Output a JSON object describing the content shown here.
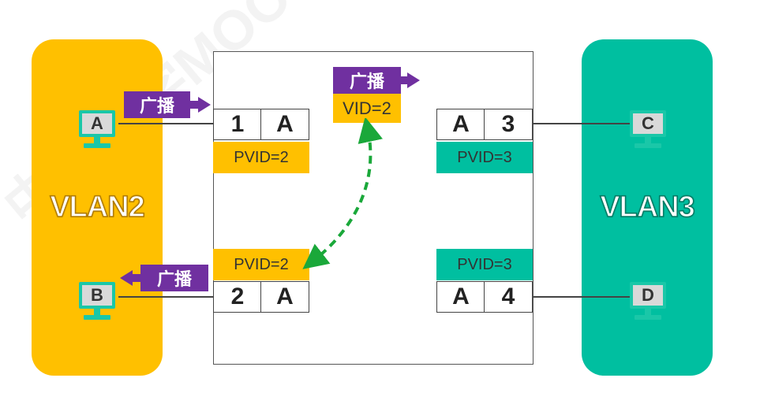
{
  "vlans": [
    {
      "id": "vlan2",
      "label": "VLAN2",
      "color": "#ffc000"
    },
    {
      "id": "vlan3",
      "label": "VLAN3",
      "color": "#00bfa0"
    }
  ],
  "hosts": {
    "a": "A",
    "b": "B",
    "c": "C",
    "d": "D"
  },
  "ports": {
    "p1": {
      "number": "1",
      "mode": "A",
      "pvid": "PVID=2"
    },
    "p2": {
      "number": "2",
      "mode": "A",
      "pvid": "PVID=2"
    },
    "p3": {
      "number": "3",
      "mode": "A",
      "pvid": "PVID=3"
    },
    "p4": {
      "number": "4",
      "mode": "A",
      "pvid": "PVID=3"
    }
  },
  "broadcast": {
    "label": "广播",
    "vid": "VID=2"
  },
  "watermark": {
    "text": "中国大学MOOC"
  },
  "colors": {
    "broadcast": "#7030a0",
    "vlan2": "#ffc000",
    "vlan3": "#00bfa0",
    "monitor": "#1ac7a8",
    "dashed_arrow": "#1aa83a"
  }
}
